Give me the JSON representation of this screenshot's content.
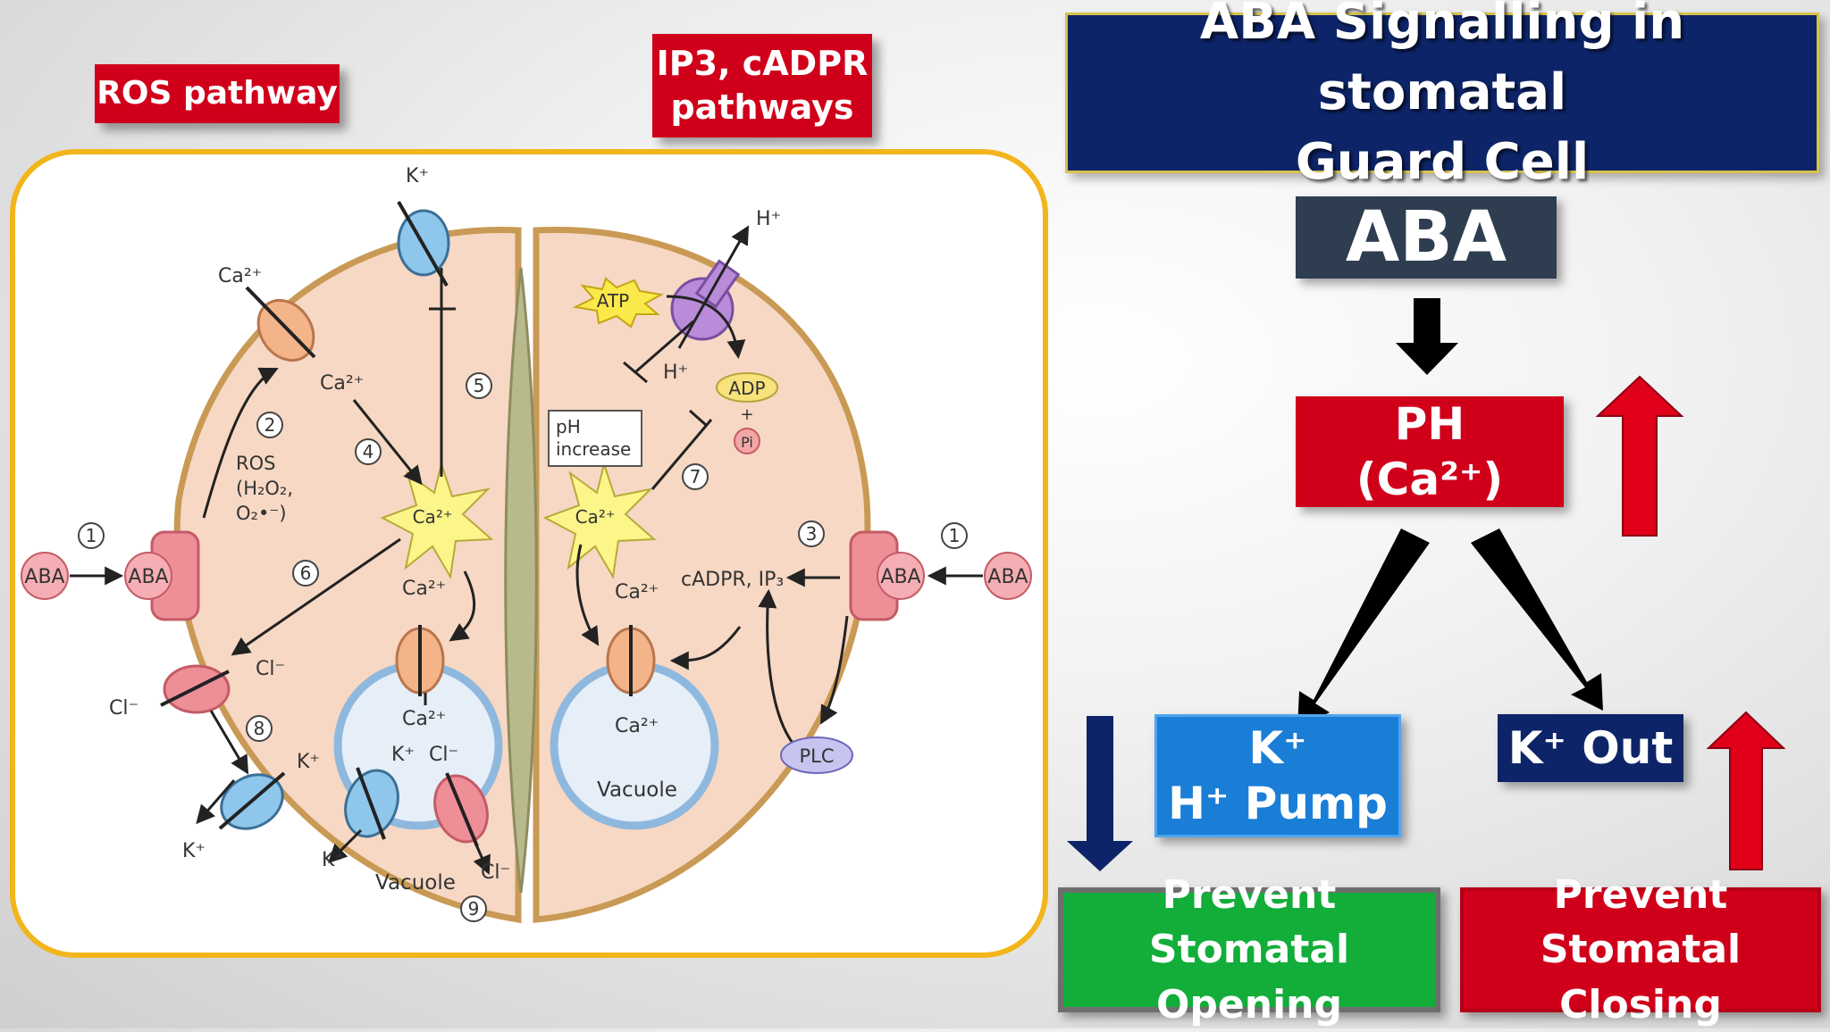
{
  "tags": {
    "ros": "ROS pathway",
    "ip3_line1": "IP3, cADPR",
    "ip3_line2": "pathways"
  },
  "title": {
    "line1": "ABA Signalling in stomatal",
    "line2": "Guard Cell"
  },
  "flow": {
    "aba": "ABA",
    "ph_line1": "PH",
    "ph_line2": "(Ca²⁺)",
    "kh_line1": "K⁺",
    "kh_line2": "H⁺ Pump",
    "kout": "K⁺ Out",
    "open_line1": "Prevent",
    "open_line2": "Stomatal Opening",
    "close_line1": "Prevent",
    "close_line2": "Stomatal Closing"
  },
  "cell": {
    "aba": "ABA",
    "k_plus": "K⁺",
    "ca": "Ca²⁺",
    "ros_line1": "ROS",
    "ros_line2": "(H₂O₂,",
    "ros_line3": "O₂•⁻)",
    "cl_minus": "Cl⁻",
    "vacuole": "Vacuole",
    "atp": "ATP",
    "adp": "ADP",
    "h_plus": "H⁺",
    "pi": "Pi",
    "plus": "+",
    "ph_line1": "pH",
    "ph_line2": "increase",
    "cadpr": "cADPR, IP₃",
    "plc": "PLC",
    "steps": [
      "1",
      "2",
      "3",
      "4",
      "5",
      "6",
      "7",
      "8",
      "9"
    ]
  },
  "colors": {
    "red": "#d0001a",
    "navy": "#0d2468",
    "blue": "#1a7ed6",
    "green": "#13ad3a",
    "gold": "#f2b51b",
    "cell": "#f7d8c4"
  }
}
